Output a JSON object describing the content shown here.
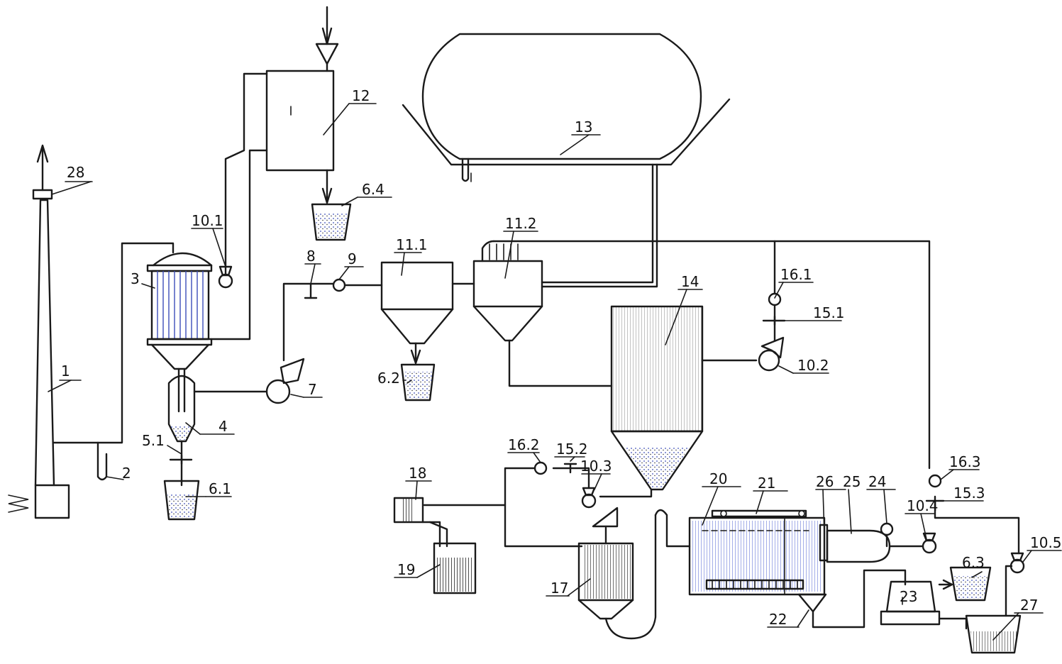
{
  "colors": {
    "ink": "#1a1a1a",
    "blue": "#3b4cb8",
    "blue_fill": "#5b6fd6",
    "dark_fill": "#222222"
  },
  "labels": {
    "l1": "1",
    "l2": "2",
    "l3": "3",
    "l4": "4",
    "l5_1": "5.1",
    "l6_1": "6.1",
    "l6_2": "6.2",
    "l6_3": "6.3",
    "l6_4": "6.4",
    "l7": "7",
    "l8": "8",
    "l9": "9",
    "l10_1": "10.1",
    "l10_2": "10.2",
    "l10_3": "10.3",
    "l10_4": "10.4",
    "l10_5": "10.5",
    "l11_1": "11.1",
    "l11_2": "11.2",
    "l12": "12",
    "l13": "13",
    "l14": "14",
    "l15_1": "15.1",
    "l15_2": "15.2",
    "l15_3": "15.3",
    "l16_1": "16.1",
    "l16_2": "16.2",
    "l16_3": "16.3",
    "l17": "17",
    "l18": "18",
    "l19": "19",
    "l20": "20",
    "l21": "21",
    "l22": "22",
    "l23": "23",
    "l24": "24",
    "l25": "25",
    "l26": "26",
    "l27": "27",
    "l28": "28"
  }
}
